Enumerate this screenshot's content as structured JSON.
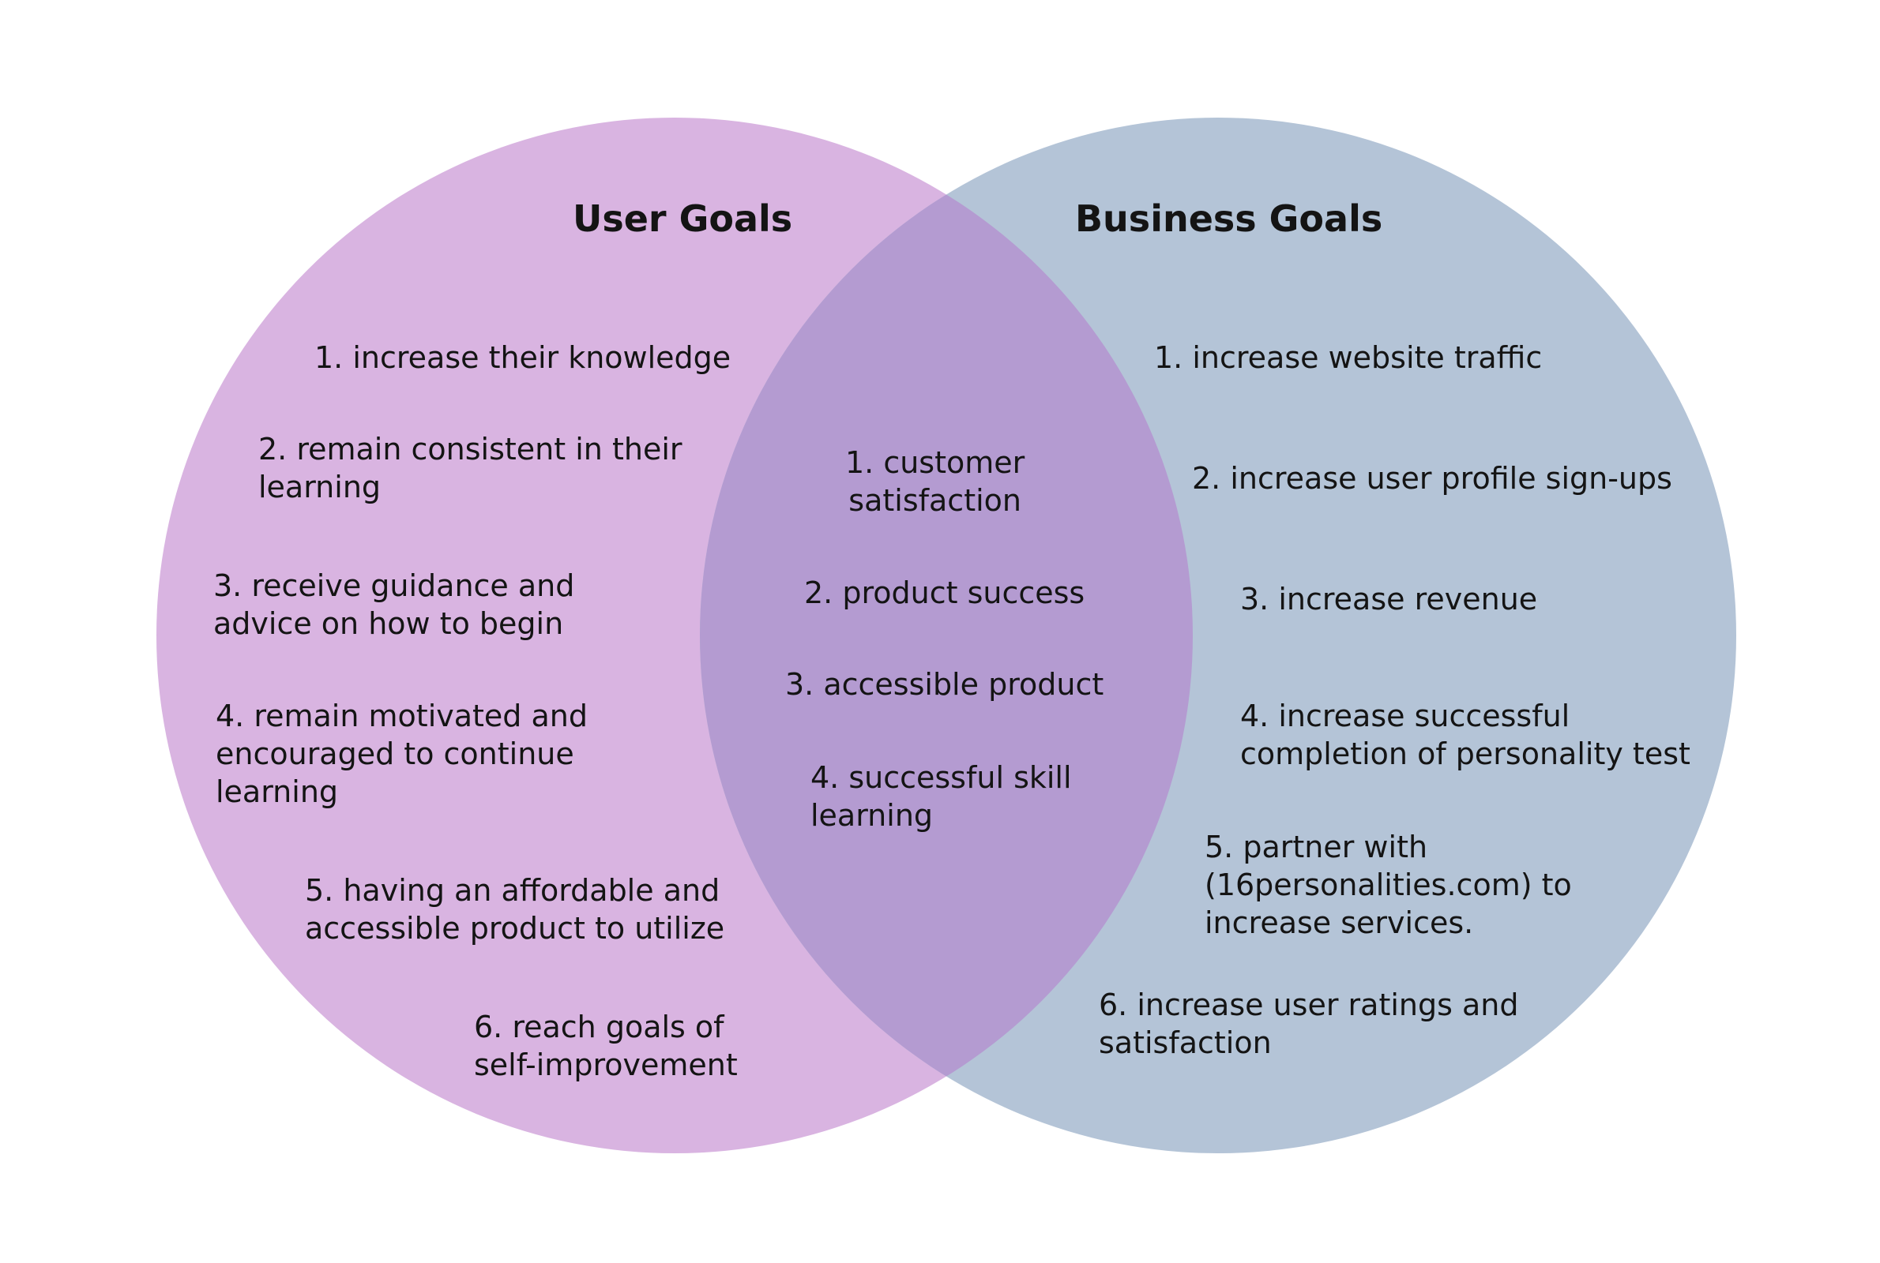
{
  "colors": {
    "user_circle": "#d9b4e1",
    "business_circle": "#b4c4d7",
    "overlap": "#b49bd1",
    "text": "#141414",
    "background": "#ffffff"
  },
  "user_goals": {
    "title": "User Goals",
    "items": [
      "1. increase their knowledge",
      "2. remain consistent in their\nlearning",
      "3. receive guidance and\nadvice on how to begin",
      "4. remain motivated and\nencouraged to continue\nlearning",
      "5. having an affordable and\naccessible product to utilize",
      "6. reach goals of\nself-improvement"
    ]
  },
  "shared_goals": {
    "items": [
      "1. customer\nsatisfaction",
      "2. product success",
      "3. accessible product",
      "4. successful skill\nlearning"
    ]
  },
  "business_goals": {
    "title": "Business Goals",
    "items": [
      "1. increase website traffic",
      "2. increase user profile sign-ups",
      "3. increase revenue",
      "4. increase successful\ncompletion of personality test",
      "5. partner with\n(16personalities.com) to\nincrease services.",
      "6. increase user ratings and\nsatisfaction"
    ]
  }
}
